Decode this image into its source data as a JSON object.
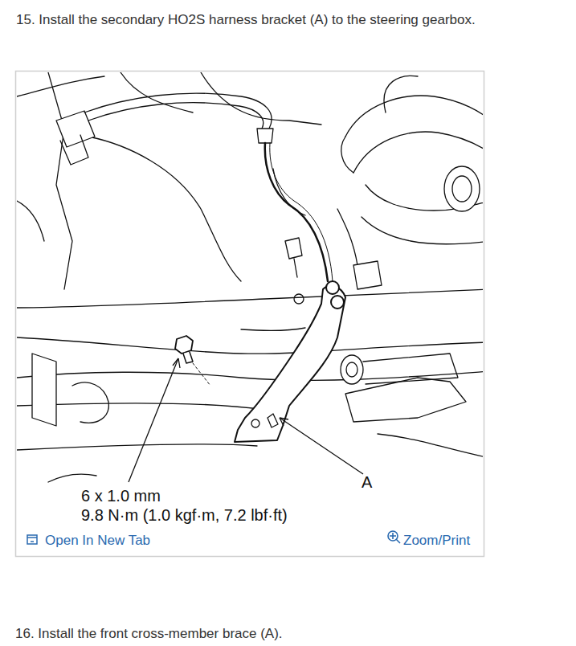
{
  "diagram": {
    "labels": [
      "15. Install the secondary HO2S harness bracket (A) to the steering gearbox.",
      "6 x 1.0 mm",
      "9.8 N·m (1.0 kgf·m, 7.2 lbf·ft)",
      "A",
      "Open In New Tab",
      "Zoom/Print",
      "16. Install the front cross-member brace (A)."
    ]
  }
}
